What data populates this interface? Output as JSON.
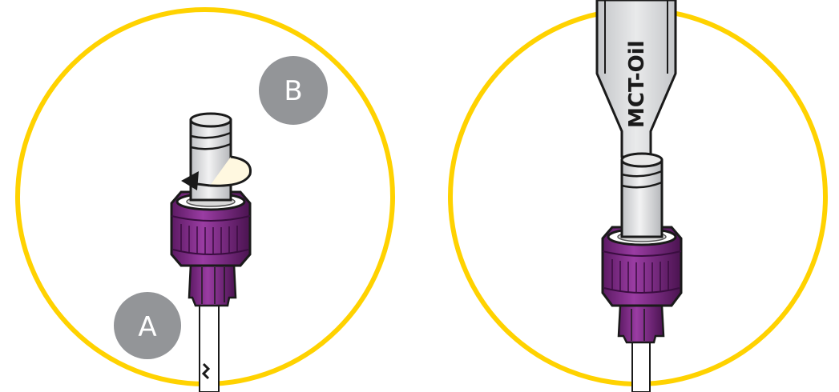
{
  "colors": {
    "ring": "#FFD200",
    "label_bg": "#939598",
    "label_fg": "#FFFFFF",
    "cap": "#7B2D83",
    "cap_dark": "#4A1350",
    "tube": "#E2E3E5",
    "outline": "#1A1A1A"
  },
  "panels": [
    {
      "id": "step-1",
      "labels": {
        "a": "A",
        "b": "B"
      },
      "rotation_arrow": "counter-clockwise"
    },
    {
      "id": "step-2",
      "syringe_label": "MCT-Oil"
    }
  ]
}
